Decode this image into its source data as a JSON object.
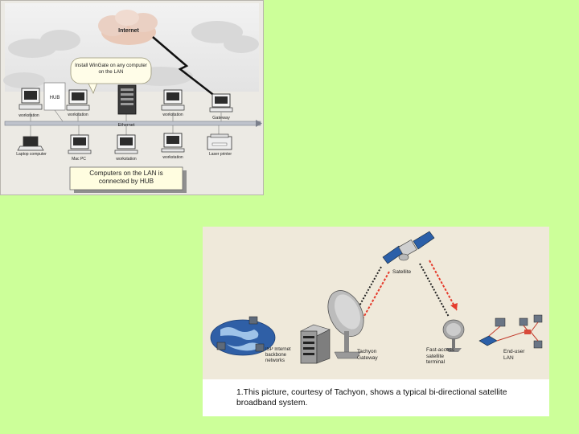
{
  "lan": {
    "internet": "Internet",
    "callout": "Install WinGate on any computer on the LAN",
    "hub": "HUB",
    "ethernet": "Ethernet",
    "gateway": "Gateway",
    "workstation_top_left": "workstation",
    "workstation_top_2": "workstation",
    "workstation_top_right": "workstation",
    "laptop": "Laptop computer",
    "mac": "Mac PC",
    "workstation_bottom_2": "workstation",
    "workstation_bottom_3": "workstation",
    "laser_printer": "Laser printer",
    "note": "Computers on the LAN is connected by HUB"
  },
  "satellite": {
    "satellite": "Satellite",
    "isp": "ISP Internet backbone networks",
    "gateway": "Tachyon Gateway",
    "terminal": "Fast-access satellite terminal",
    "lan": "End-user LAN",
    "caption": "1.This picture, courtesy of Tachyon, shows a typical bi-directional satellite broadband system."
  }
}
